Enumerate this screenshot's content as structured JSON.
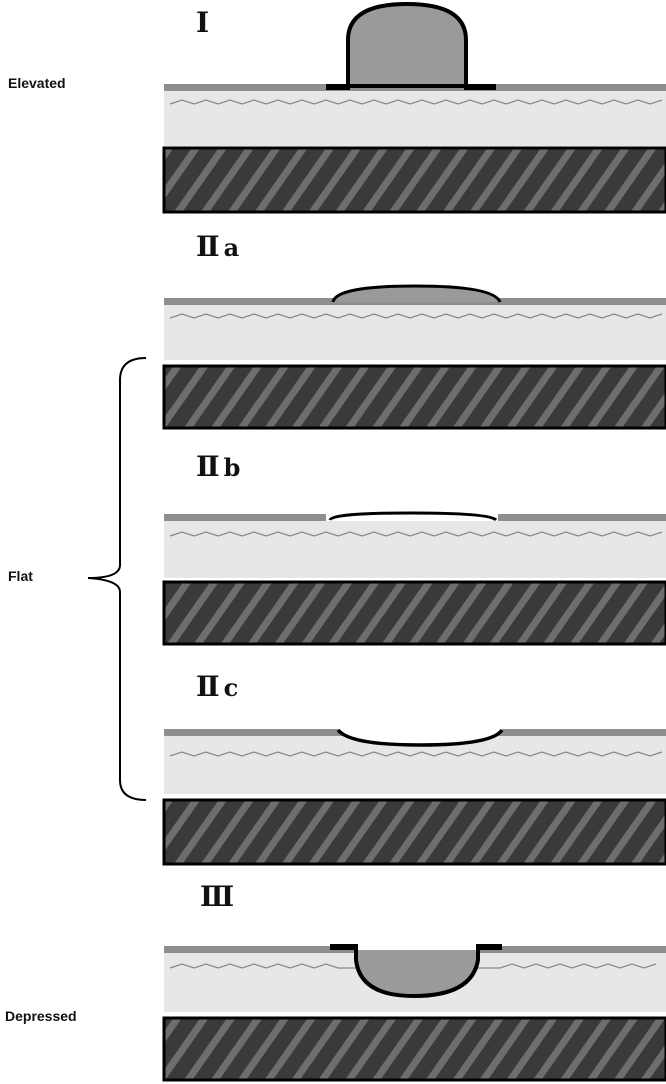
{
  "labels": {
    "elevated": "Elevated",
    "flat": "Flat",
    "depressed": "Depressed"
  },
  "types": [
    {
      "id": "I",
      "numeral": "Ⅰ",
      "suffix": ""
    },
    {
      "id": "IIa",
      "numeral": "Ⅱ",
      "suffix": "a"
    },
    {
      "id": "IIb",
      "numeral": "Ⅱ",
      "suffix": "b"
    },
    {
      "id": "IIc",
      "numeral": "Ⅱ",
      "suffix": "c"
    },
    {
      "id": "III",
      "numeral": "Ⅲ",
      "suffix": ""
    }
  ],
  "colors": {
    "mucosa": "#e7e7e7",
    "surface": "#8e8e8e",
    "lesion": "#9a9a9a",
    "outline": "#000000",
    "muscle": "#3a3a3a",
    "hatch": "#6e6e6e"
  }
}
